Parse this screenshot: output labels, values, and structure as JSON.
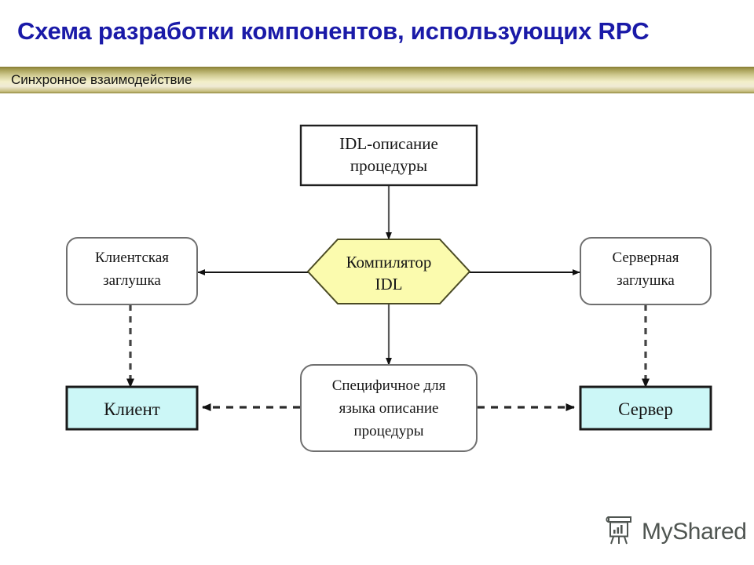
{
  "slide": {
    "title": "Схема разработки компонентов, использующих RPC",
    "subtitle": "Синхронное взаимодействие",
    "title_color": "#1a1aa8",
    "band_color_dark": "#857b32",
    "band_color_light": "#f3efc9"
  },
  "diagram": {
    "nodes": {
      "idl_description": {
        "label_line1": "IDL-описание",
        "label_line2": "процедуры",
        "shape": "rectangle",
        "fill": "#ffffff",
        "stroke": "#1f1f1f"
      },
      "idl_compiler": {
        "label_line1": "Компилятор",
        "label_line2": "IDL",
        "shape": "hexagon",
        "fill": "#fbfbae",
        "stroke": "#4b4b24"
      },
      "client_stub": {
        "label_line1": "Клиентская",
        "label_line2": "заглушка",
        "shape": "rounded-rectangle",
        "fill": "#ffffff",
        "stroke": "#6f6f6f"
      },
      "server_stub": {
        "label_line1": "Серверная",
        "label_line2": "заглушка",
        "shape": "rounded-rectangle",
        "fill": "#ffffff",
        "stroke": "#6f6f6f"
      },
      "language_specific": {
        "label_line1": "Специфичное для",
        "label_line2": "языка описание",
        "label_line3": "процедуры",
        "shape": "rounded-rectangle",
        "fill": "#ffffff",
        "stroke": "#6f6f6f"
      },
      "client": {
        "label": "Клиент",
        "shape": "rectangle",
        "fill": "#ccf7f7",
        "stroke": "#1a1a1a"
      },
      "server": {
        "label": "Сервер",
        "shape": "rectangle",
        "fill": "#ccf7f7",
        "stroke": "#1a1a1a"
      }
    },
    "edges": [
      {
        "from": "idl_description",
        "to": "idl_compiler",
        "style": "solid",
        "direction": "down"
      },
      {
        "from": "idl_compiler",
        "to": "client_stub",
        "style": "solid",
        "direction": "left"
      },
      {
        "from": "idl_compiler",
        "to": "server_stub",
        "style": "solid",
        "direction": "right"
      },
      {
        "from": "idl_compiler",
        "to": "language_specific",
        "style": "solid",
        "direction": "down"
      },
      {
        "from": "client_stub",
        "to": "client",
        "style": "dashed",
        "direction": "down"
      },
      {
        "from": "server_stub",
        "to": "server",
        "style": "dashed",
        "direction": "down"
      },
      {
        "from": "language_specific",
        "to": "client",
        "style": "dashed",
        "direction": "left"
      },
      {
        "from": "language_specific",
        "to": "server",
        "style": "dashed",
        "direction": "right"
      }
    ]
  },
  "watermark": {
    "text": "MyShared",
    "icon": "presentation-board-icon",
    "color": "#4f5551"
  }
}
